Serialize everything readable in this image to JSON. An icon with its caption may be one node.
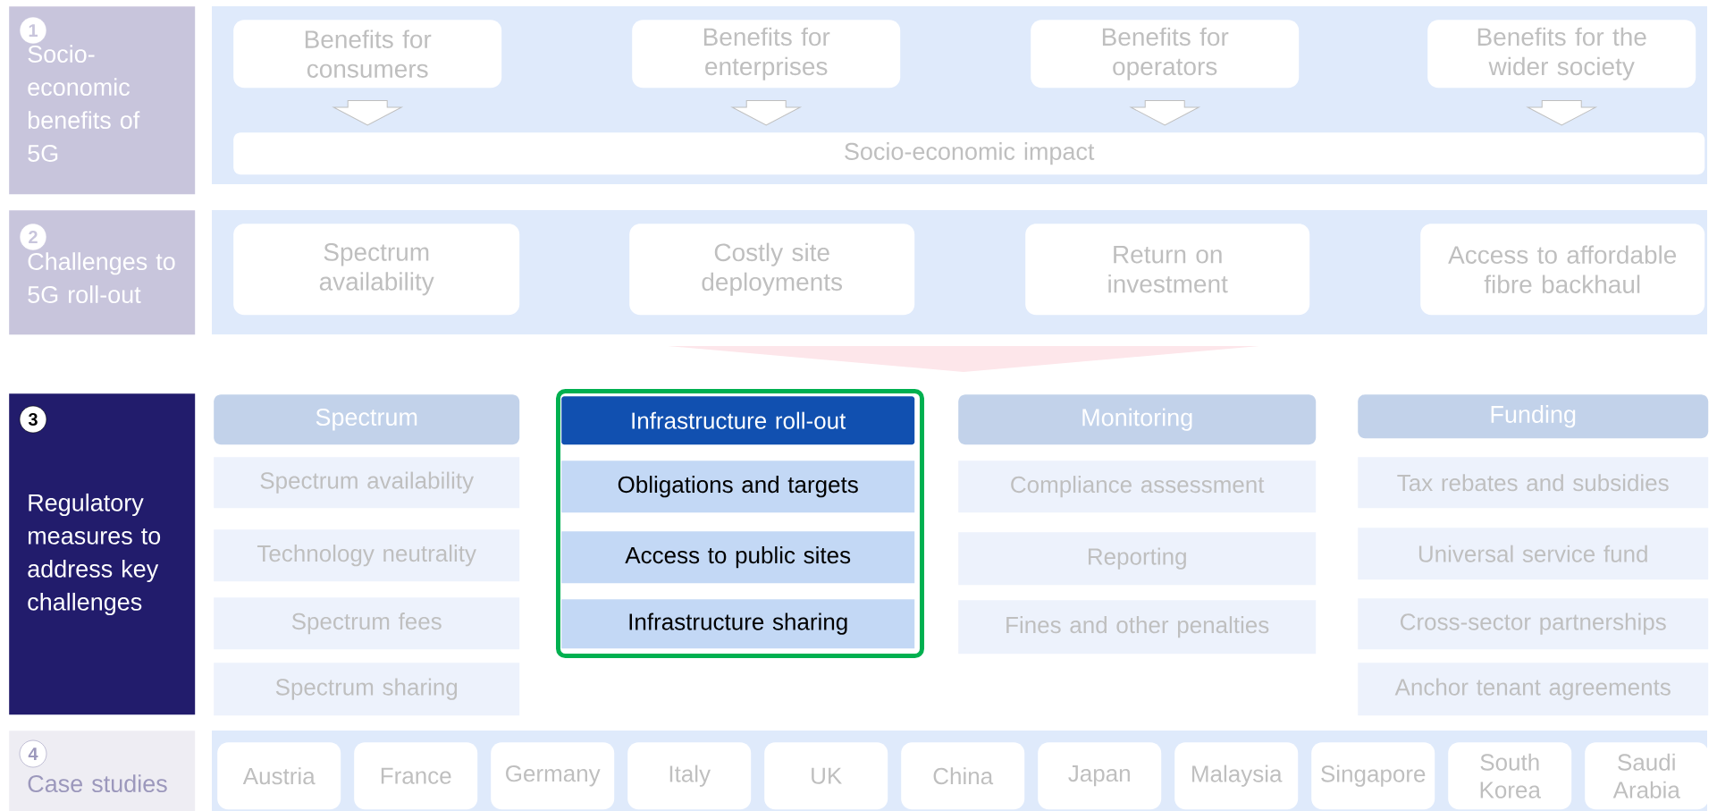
{
  "diagram": {
    "nodes": [
      {
        "text": [
          "1",
          "Socio-economic benefits of 5G"
        ]
      },
      {
        "text": [
          "Benefits for consumers"
        ]
      },
      {
        "text": [
          "Benefits for enterprises"
        ]
      },
      {
        "text": [
          "Benefits for operators"
        ]
      },
      {
        "text": [
          "Benefits for the wider society"
        ]
      },
      {
        "text": [
          "Socio-economic impact"
        ]
      },
      {
        "text": [
          "2",
          "Challenges to 5G roll-out"
        ]
      },
      {
        "text": [
          "Spectrum availability"
        ]
      },
      {
        "text": [
          "Costly site deployments"
        ]
      },
      {
        "text": [
          "Return on investment"
        ]
      },
      {
        "text": [
          "Access to affordable fibre backhaul"
        ]
      },
      {
        "text": [
          "3",
          "Regulatory measures to address key challenges"
        ]
      },
      {
        "text": [
          "Spectrum"
        ]
      },
      {
        "text": [
          "Spectrum availability"
        ]
      },
      {
        "text": [
          "Technology neutrality"
        ]
      },
      {
        "text": [
          "Spectrum fees"
        ]
      },
      {
        "text": [
          "Spectrum sharing"
        ]
      },
      {
        "text": [],
        "shape": "box"
      },
      {
        "text": [
          "Infrastructure roll-out"
        ],
        "in": 17
      },
      {
        "text": [
          "Obligations and targets"
        ],
        "in": 17
      },
      {
        "text": [
          "Access to public sites"
        ],
        "in": 17
      },
      {
        "text": [
          "Infrastructure sharing"
        ],
        "in": 17
      },
      {
        "text": [
          "Monitoring"
        ]
      },
      {
        "text": [
          "Compliance assessment"
        ]
      },
      {
        "text": [
          "Reporting"
        ]
      },
      {
        "text": [
          "Fines and other penalties"
        ]
      },
      {
        "text": [
          "Funding"
        ]
      },
      {
        "text": [
          "Tax rebates and subsidies"
        ]
      },
      {
        "text": [
          "Universal service fund"
        ]
      },
      {
        "text": [
          "Cross-sector partnerships"
        ]
      },
      {
        "text": [
          "Anchor tenant agreements"
        ]
      },
      {
        "text": [
          "4",
          "Case studies"
        ]
      },
      {
        "text": [
          "Austria"
        ]
      },
      {
        "text": [
          "France"
        ]
      },
      {
        "text": [
          "Germany"
        ]
      },
      {
        "text": [
          "Italy"
        ]
      },
      {
        "text": [
          "UK"
        ]
      },
      {
        "text": [
          "China"
        ]
      },
      {
        "text": [
          "Japan"
        ]
      },
      {
        "text": [
          "Malaysia"
        ]
      },
      {
        "text": [
          "Singapore"
        ]
      },
      {
        "text": [
          "South Korea"
        ]
      },
      {
        "text": [
          "Saudi Arabia"
        ]
      },
      {
        "text": [],
        "shape": "triangle"
      }
    ],
    "edges": [
      {
        "from": 1,
        "to": 5,
        "arrow": "to"
      },
      {
        "from": 2,
        "to": 5,
        "arrow": "to"
      },
      {
        "from": 3,
        "to": 5,
        "arrow": "to"
      },
      {
        "from": 4,
        "to": 5,
        "arrow": "to"
      }
    ]
  }
}
